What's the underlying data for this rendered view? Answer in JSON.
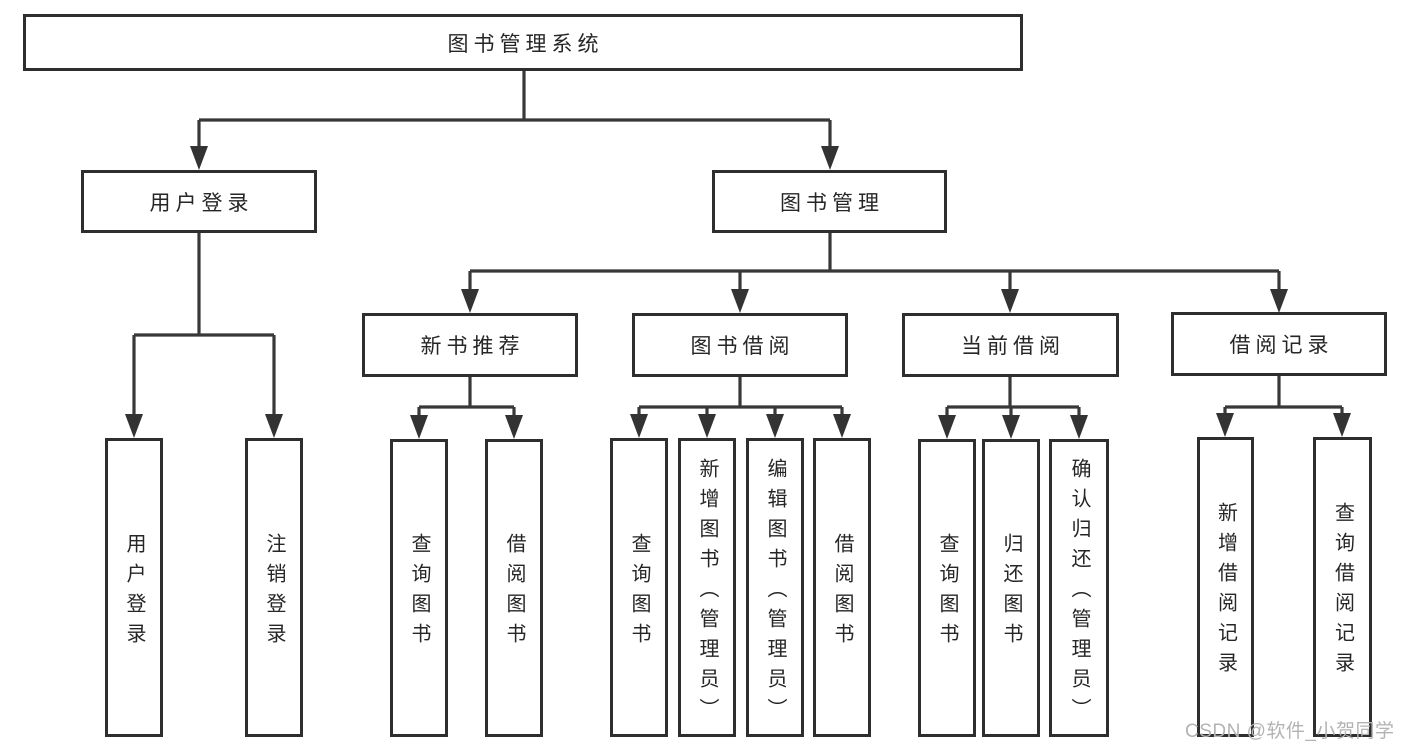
{
  "nodes": {
    "root": "图书管理系统",
    "user_login": "用户登录",
    "book_mgmt": "图书管理",
    "new_book_rec": "新书推荐",
    "book_borrow": "图书借阅",
    "current_borrow": "当前借阅",
    "borrow_record": "借阅记录",
    "login": "用户登录",
    "logout": "注销登录",
    "rec_query_book": "查询图书",
    "rec_borrow_book": "借阅图书",
    "bb_query_book": "查询图书",
    "bb_add_book": "新增图书（管理员）",
    "bb_edit_book": "编辑图书（管理员）",
    "bb_borrow_book": "借阅图书",
    "cb_query_book": "查询图书",
    "cb_return_book": "归还图书",
    "cb_confirm_return": "确认归还（管理员）",
    "br_add_record": "新增借阅记录",
    "br_query_record": "查询借阅记录"
  },
  "hierarchy": {
    "图书管理系统": {
      "用户登录": [
        "用户登录",
        "注销登录"
      ],
      "图书管理": {
        "新书推荐": [
          "查询图书",
          "借阅图书"
        ],
        "图书借阅": [
          "查询图书",
          "新增图书（管理员）",
          "编辑图书（管理员）",
          "借阅图书"
        ],
        "当前借阅": [
          "查询图书",
          "归还图书",
          "确认归还（管理员）"
        ],
        "借阅记录": [
          "新增借阅记录",
          "查询借阅记录"
        ]
      }
    }
  },
  "watermark": "CSDN @软件_小贺同学",
  "colors": {
    "line": "#383838",
    "arrow": "#333333",
    "box_border": "#2e2e2e",
    "text": "#262626",
    "watermark": "#b3b3b3",
    "background": "#ffffff"
  }
}
